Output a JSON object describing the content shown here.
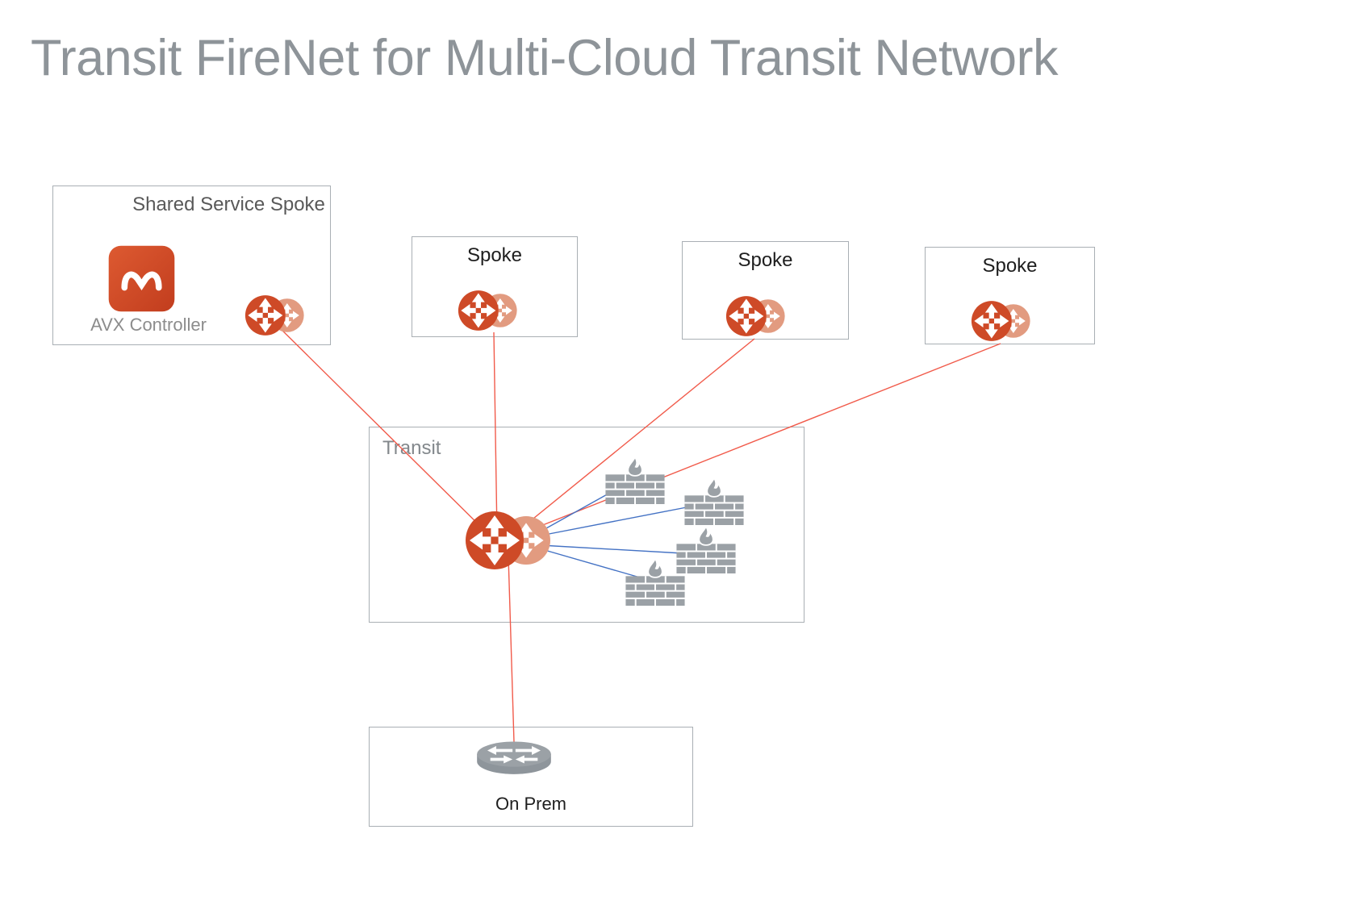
{
  "title": "Transit FireNet for Multi-Cloud Transit Network",
  "shared_service": {
    "label": "Shared Service Spoke",
    "controller_label": "AVX Controller"
  },
  "spokes": [
    {
      "label": "Spoke"
    },
    {
      "label": "Spoke"
    },
    {
      "label": "Spoke"
    }
  ],
  "transit": {
    "label": "Transit"
  },
  "onprem": {
    "label": "On Prem"
  },
  "icons": {
    "gateway": "aviatrix-gateway-icon",
    "controller": "avx-controller-icon",
    "firewall": "firewall-icon",
    "router": "onprem-router-icon"
  },
  "colors": {
    "gateway_primary": "#CE4A27",
    "gateway_secondary": "#E29B80",
    "connection_red": "#F15B4B",
    "connection_blue": "#4472C4",
    "box_border": "#A9AFB4",
    "icon_gray": "#9BA1A6",
    "title_text": "#8E9499"
  }
}
